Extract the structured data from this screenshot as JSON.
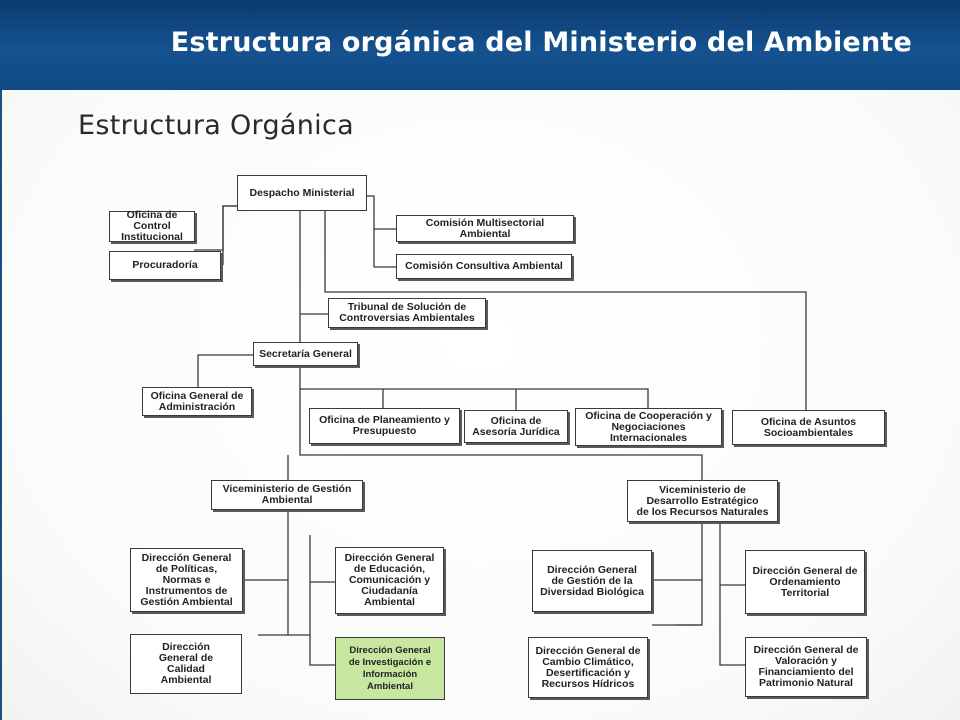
{
  "header": {
    "title": "Estructura orgánica del Ministerio del Ambiente",
    "bg_color": "#114a85"
  },
  "chart_title": "Estructura Orgánica",
  "nodes": {
    "despacho": "Despacho Ministerial",
    "control": "Oficina de Control\nInstitucional",
    "procuraduria": "Procuradoría",
    "comision_multi": "Comisión Multisectorial\nAmbiental",
    "comision_consultiva": "Comisión Consultiva Ambiental",
    "tribunal": "Tribunal de Solución de\nControversias Ambientales",
    "secretaria": "Secretaría General",
    "administracion": "Oficina General de\nAdministración",
    "planeamiento": "Oficina de Planeamiento y\nPresupuesto",
    "asesoria": "Oficina de\nAsesoría Jurídica",
    "cooperacion": "Oficina de Cooperación y\nNegociaciones\nInternacionales",
    "socioambientales": "Oficina de Asuntos\nSocioambientales",
    "vice_gestion": "Viceministerio de Gestión\nAmbiental",
    "vice_desarrollo": "Viceministerio de\nDesarrollo Estratégico\nde los Recursos Naturales",
    "dg_politicas": "Dirección General\nde Políticas,\nNormas e\nInstrumentos de\nGestión Ambiental",
    "dg_educacion": "Dirección General\nde Educación,\nComunicación y\nCiudadanía\nAmbiental",
    "dg_calidad": "Dirección\nGeneral de\nCalidad\nAmbiental",
    "dg_investigacion": "Dirección General\nde Investigación e\nInformación\nAmbiental",
    "dg_diversidad": "Dirección General\nde Gestión de la\nDiversidad Biológica",
    "dg_ordenamiento": "Dirección General de\nOrdenamiento\nTerritorial",
    "dg_cambio": "Dirección General de\nCambio Climático,\nDesertificación y\nRecursos Hídricos",
    "dg_valoracion": "Dirección General de\nValoración y\nFinanciamiento del\nPatrimonio Natural"
  },
  "colors": {
    "highlight": "#c7e7a0",
    "line": "#3a3a3a"
  }
}
